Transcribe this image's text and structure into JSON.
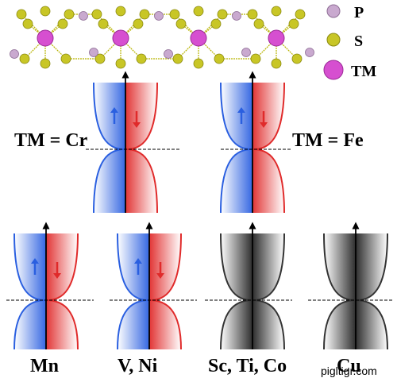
{
  "legend": [
    {
      "symbol": "P",
      "color": "#c9a9cf"
    },
    {
      "symbol": "S",
      "color": "#c8c626"
    },
    {
      "symbol": "TM",
      "color": "#d64fd0"
    }
  ],
  "panels": [
    {
      "label": "TM = Cr",
      "kind": "spin"
    },
    {
      "label": "TM = Fe",
      "kind": "spin"
    },
    {
      "label": "Mn",
      "kind": "spin"
    },
    {
      "label": "V, Ni",
      "kind": "spin"
    },
    {
      "label": "Sc, Ti, Co",
      "kind": "gray"
    },
    {
      "label": "Cu",
      "kind": "gray"
    }
  ],
  "colors": {
    "spin_up": "#2a5fe0",
    "spin_down": "#e02a2a",
    "nonmagnetic": "#333333"
  },
  "watermark": "pigltigr.com"
}
